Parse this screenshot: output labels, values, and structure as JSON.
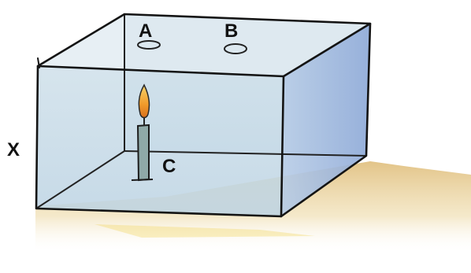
{
  "labels": {
    "x": "X",
    "a": "A",
    "b": "B",
    "c": "C"
  },
  "colors": {
    "box_outline": "#161616",
    "glass_left": "#c9dde8",
    "glass_right": "#9eb8dd",
    "table_shadow": "#e2c27a",
    "flame": "#f3a132",
    "candle": "#8aa5a4"
  }
}
